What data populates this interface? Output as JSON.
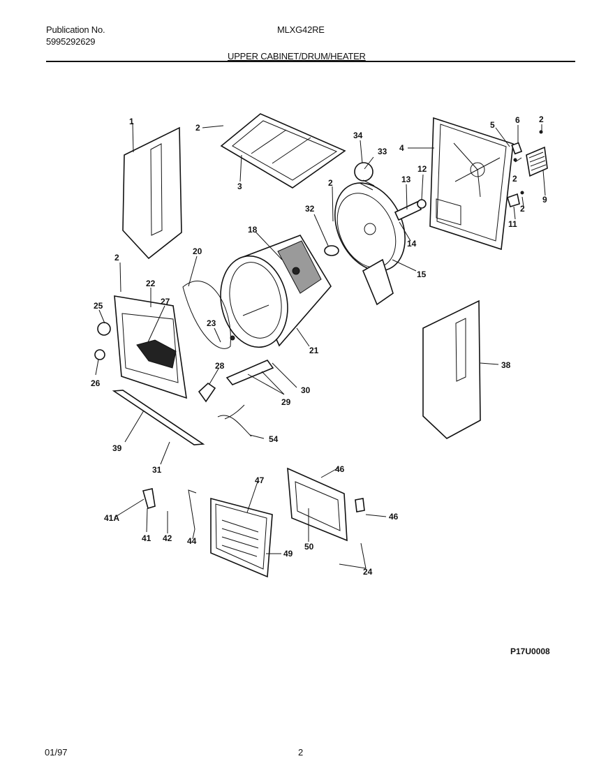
{
  "header": {
    "publication_label": "Publication No.",
    "publication_number": "5995292629",
    "model": "MLXG42RE",
    "section_title": "UPPER CABINET/DRUM/HEATER"
  },
  "callouts": {
    "c1": "1",
    "c2a": "2",
    "c2b": "2",
    "c2c": "2",
    "c2d": "2",
    "c2e": "2",
    "c2f": "2",
    "c3": "3",
    "c4": "4",
    "c5": "5",
    "c6": "6",
    "c9": "9",
    "c11": "11",
    "c12": "12",
    "c13": "13",
    "c14": "14",
    "c15": "15",
    "c18": "18",
    "c20": "20",
    "c21": "21",
    "c22": "22",
    "c23": "23",
    "c24": "24",
    "c25": "25",
    "c26": "26",
    "c27": "27",
    "c28": "28",
    "c29": "29",
    "c30": "30",
    "c31": "31",
    "c32": "32",
    "c33": "33",
    "c34": "34",
    "c38": "38",
    "c39": "39",
    "c41a": "41A",
    "c41": "41",
    "c42": "42",
    "c44": "44",
    "c46a": "46",
    "c46b": "46",
    "c47": "47",
    "c49": "49",
    "c50": "50",
    "c54": "54"
  },
  "footer": {
    "diagram_id": "P17U0008",
    "date": "01/97",
    "page_number": "2"
  }
}
